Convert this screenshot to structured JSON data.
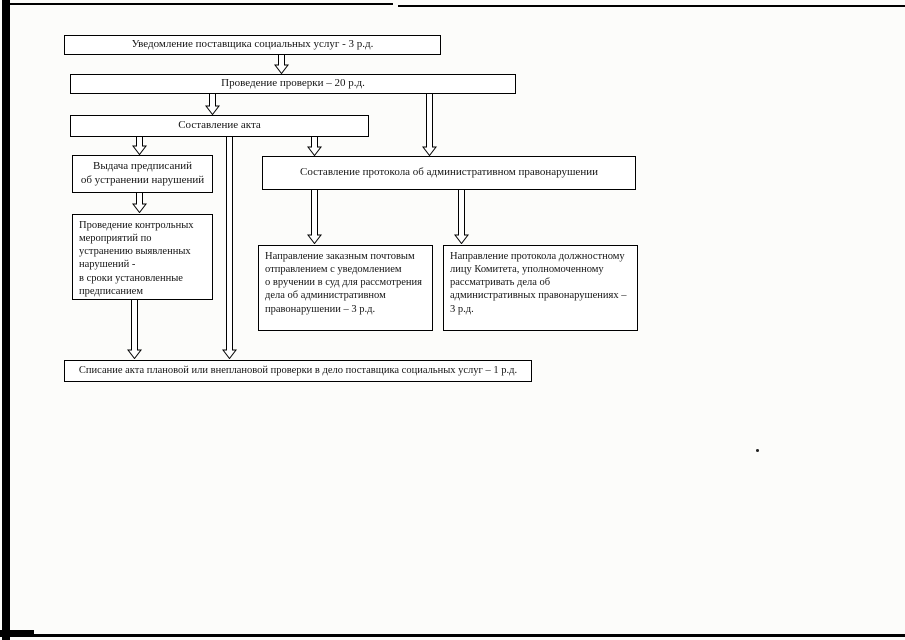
{
  "flowchart": {
    "notification": "Уведомление поставщика социальных услуг - 3 р.д.",
    "inspection": "Проведение проверки – 20 р.д.",
    "act": "Составление акта",
    "prescriptions": "Выдача предписаний\nоб устранении нарушений",
    "protocol": "Составление протокола об административном правонарушении",
    "control_measures": "Проведение контрольных\nмероприятий по\nустранению выявленных\nнарушений -\nв сроки установленные\nпредписанием",
    "court_dispatch": "Направление заказным почтовым\nотправлением с уведомлением\nо вручении в суд для рассмотрения\nдела об административном\nправонарушении – 3 р.д.",
    "official_dispatch": "Направление протокола должностному\nлицу Комитета, уполномоченному\nрассматривать дела об\nадминистративных правонарушениях –\n3 р.д.",
    "filing": "Списание акта плановой или внеплановой проверки в дело поставщика социальных услуг – 1 р.д."
  }
}
